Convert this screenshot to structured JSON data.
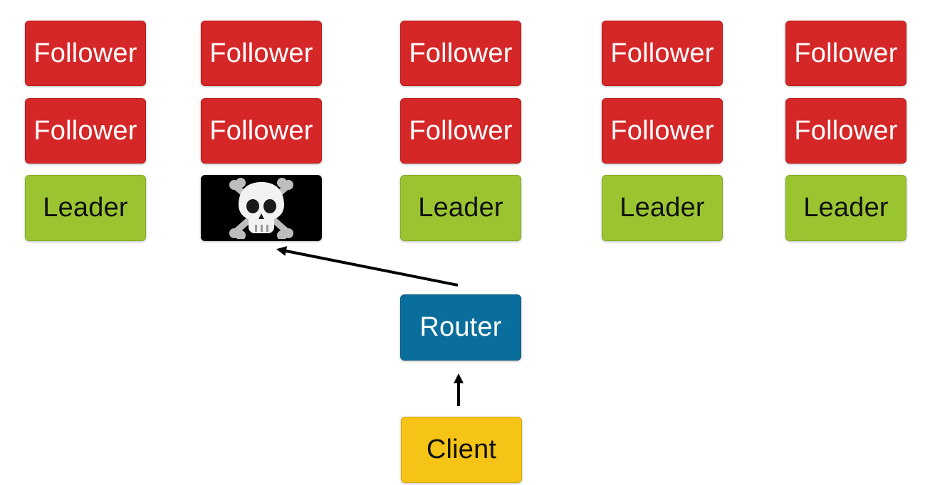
{
  "shards": [
    {
      "nodes": [
        {
          "role": "follower",
          "label": "Follower"
        },
        {
          "role": "follower",
          "label": "Follower"
        },
        {
          "role": "leader",
          "label": "Leader"
        }
      ]
    },
    {
      "nodes": [
        {
          "role": "follower",
          "label": "Follower"
        },
        {
          "role": "follower",
          "label": "Follower"
        },
        {
          "role": "dead",
          "icon": "skull-and-crossbones-icon"
        }
      ]
    },
    {
      "nodes": [
        {
          "role": "follower",
          "label": "Follower"
        },
        {
          "role": "follower",
          "label": "Follower"
        },
        {
          "role": "leader",
          "label": "Leader"
        }
      ]
    },
    {
      "nodes": [
        {
          "role": "follower",
          "label": "Follower"
        },
        {
          "role": "follower",
          "label": "Follower"
        },
        {
          "role": "leader",
          "label": "Leader"
        }
      ]
    },
    {
      "nodes": [
        {
          "role": "follower",
          "label": "Follower"
        },
        {
          "role": "follower",
          "label": "Follower"
        },
        {
          "role": "leader",
          "label": "Leader"
        }
      ]
    }
  ],
  "router": {
    "label": "Router"
  },
  "client": {
    "label": "Client"
  },
  "colors": {
    "follower": "#d62728",
    "leader": "#9ac531",
    "dead": "#000000",
    "router": "#0a6e9c",
    "client": "#f6c416",
    "arrow": "#000000"
  }
}
